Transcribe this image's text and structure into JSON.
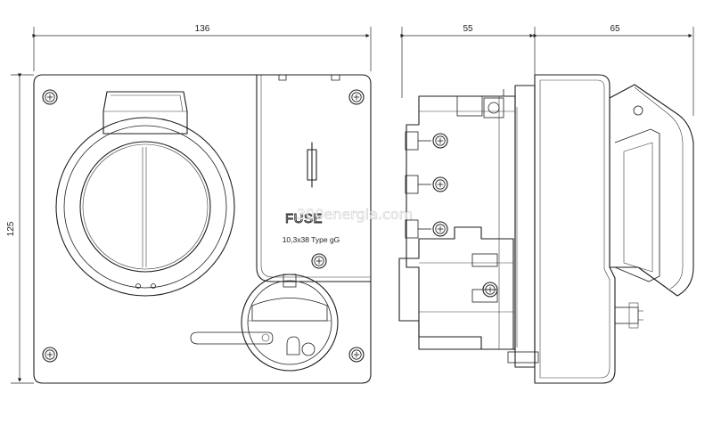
{
  "dimensions": {
    "front_width": "136",
    "front_height": "125",
    "side_depth_rear": "55",
    "side_depth_front": "65"
  },
  "labels": {
    "fuse_title": "FUSE",
    "fuse_type": "10,3x38 Type gG"
  },
  "watermark": "300energia.com",
  "colors": {
    "line": "#1e1e1e",
    "background": "#ffffff"
  }
}
